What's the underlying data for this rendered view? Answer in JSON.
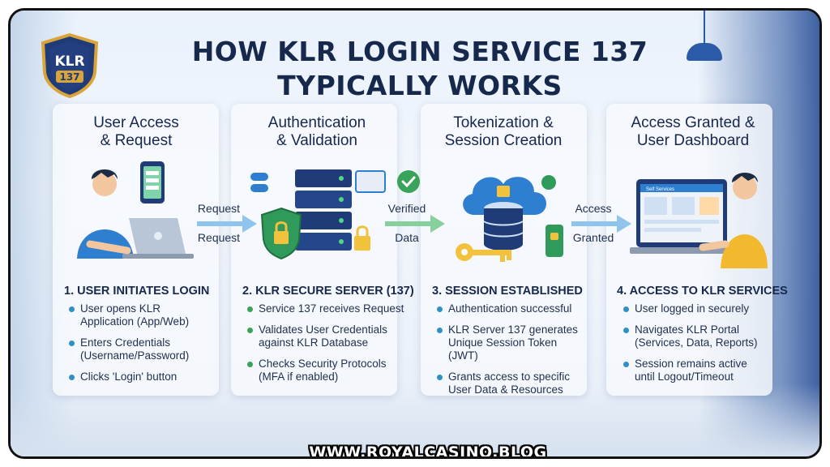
{
  "title_line1": "HOW KLR LOGIN SERVICE 137",
  "title_line2": "TYPICALLY WORKS",
  "logo": {
    "text": "KLR",
    "number": "137"
  },
  "stages": [
    {
      "title_line1": "User Access",
      "title_line2": "& Request",
      "step": "1. USER INITIATES LOGIN",
      "bullets": [
        "User opens KLR Application (App/Web)",
        "Enters Credentials (Username/Password)",
        "Clicks 'Login' button"
      ]
    },
    {
      "title_line1": "Authentication",
      "title_line2": "& Validation",
      "step": "2. KLR SECURE SERVER (137)",
      "bullets": [
        "Service 137 receives Request",
        "Validates User Credentials against KLR Database",
        "Checks Security Protocols (MFA if enabled)"
      ]
    },
    {
      "title_line1": "Tokenization &",
      "title_line2": "Session Creation",
      "step": "3. SESSION ESTABLISHED",
      "bullets": [
        "Authentication successful",
        "KLR Server 137 generates Unique Session Token (JWT)",
        "Grants access to specific User Data & Resources"
      ]
    },
    {
      "title_line1": "Access Granted &",
      "title_line2": "User Dashboard",
      "step": "4. ACCESS TO KLR SERVICES",
      "bullets": [
        "User logged in securely",
        "Navigates KLR Portal (Services, Data, Reports)",
        "Session remains active until Logout/Timeout"
      ]
    }
  ],
  "arrows": [
    {
      "top": "Request",
      "bottom": "Request"
    },
    {
      "top": "Verified",
      "bottom": "Data"
    },
    {
      "top": "Access",
      "bottom": "Granted"
    }
  ],
  "dashboard_label": "Self Services",
  "footer": "WWW.ROYALCASINO.BLOG",
  "colors": {
    "title": "#17284d",
    "accent_blue": "#2f8fc9",
    "accent_green": "#3aa35a",
    "card_bg": "#f6f9fd"
  },
  "icons": [
    "shield-logo",
    "smartphone-icon",
    "laptop-icon",
    "server-icon",
    "shield-lock-icon",
    "cloud-database-icon",
    "key-icon",
    "check-circle-icon",
    "dashboard-screen-icon"
  ]
}
